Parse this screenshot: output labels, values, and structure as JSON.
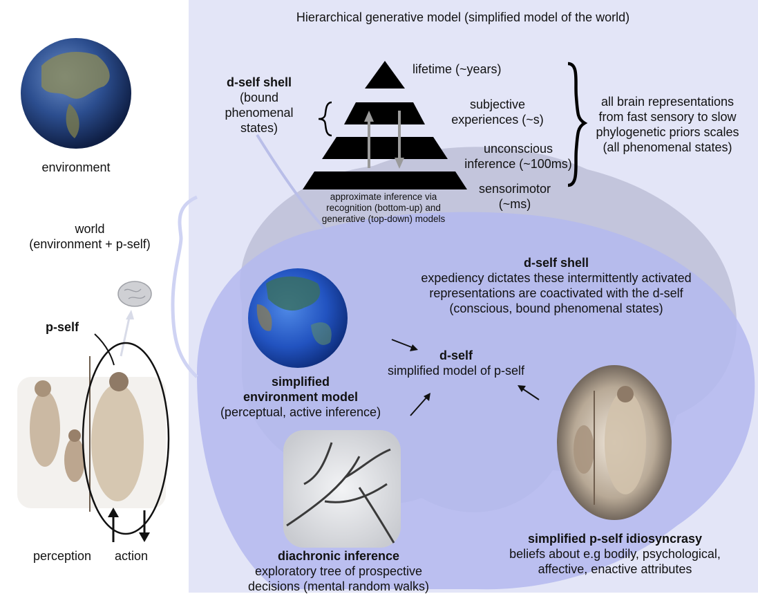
{
  "colors": {
    "panel": "#e3e5f7",
    "blob": "#b4b8ee",
    "brain": "#a9abc6",
    "text": "#111111"
  },
  "header": {
    "title": "Hierarchical generative model  (simplified model of the world)"
  },
  "left": {
    "environment_label": "environment",
    "world_label_1": "world",
    "world_label_2": "(environment + p-self)",
    "pself_label": "p-self",
    "perception_label": "perception",
    "action_label": "action"
  },
  "pyramid": {
    "levels": [
      {
        "line1": "lifetime (~years)",
        "line2": ""
      },
      {
        "line1": "subjective",
        "line2": "experiences (~s)"
      },
      {
        "line1": "unconscious",
        "line2": "inference (~100ms)"
      },
      {
        "line1": "sensorimotor",
        "line2": "(~ms)"
      }
    ],
    "caption": [
      "approximate inference via",
      "recognition (bottom-up) and",
      "generative (top-down) models"
    ],
    "dself_shell_title": "d-self shell",
    "dself_shell_sub": [
      "(bound",
      "phenomenal",
      "states)"
    ],
    "brace_text": [
      "all brain representations",
      "from fast sensory to slow",
      "phylogenetic priors scales",
      "(all phenomenal states)"
    ]
  },
  "blob": {
    "shell_title": "d-self shell",
    "shell_text": [
      "expediency dictates these intermittently activated",
      "representations are coactivated with the d-self",
      "(conscious, bound phenomenal states)"
    ],
    "dself_title": "d-self",
    "dself_sub": "simplified model of p-self",
    "env_title": [
      "simplified",
      "environment model"
    ],
    "env_sub": "(perceptual, active inference)",
    "diachronic_title": "diachronic inference",
    "diachronic_sub": [
      "exploratory tree of prospective",
      "decisions (mental random walks)"
    ],
    "idio_title": "simplified p-self idiosyncrasy",
    "idio_sub": [
      "beliefs about e.g bodily, psychological,",
      "affective, enactive attributes"
    ]
  }
}
